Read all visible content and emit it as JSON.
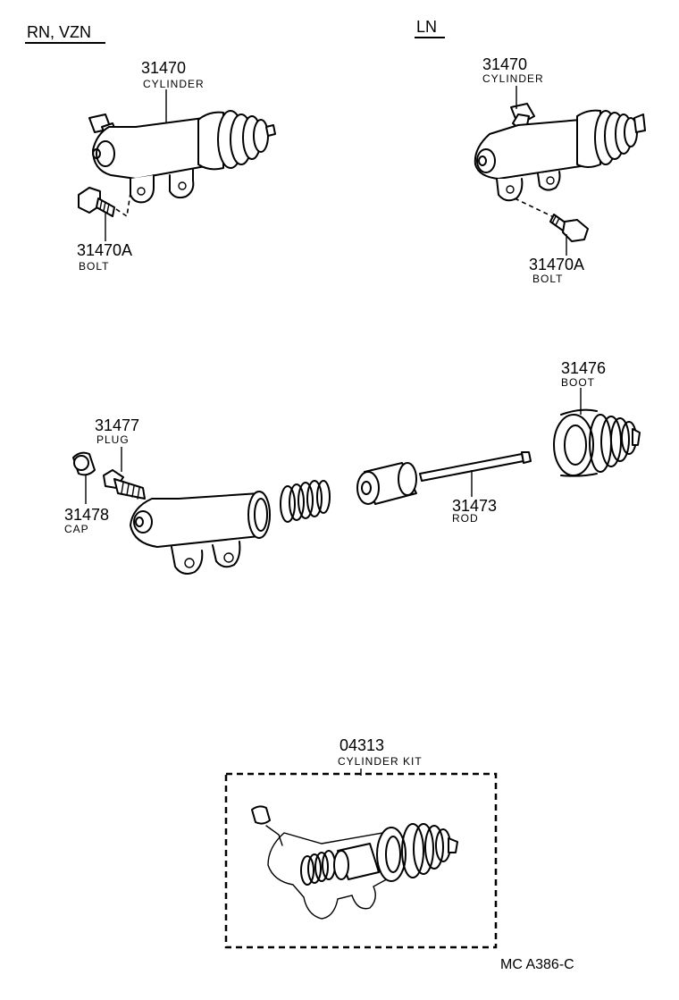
{
  "headers": {
    "left_group": "RN, VZN",
    "right_group": "LN"
  },
  "parts": {
    "cylinder_left": {
      "number": "31470",
      "name": "CYLINDER"
    },
    "bolt_left": {
      "number": "31470A",
      "name": "BOLT"
    },
    "cylinder_right": {
      "number": "31470",
      "name": "CYLINDER"
    },
    "bolt_right": {
      "number": "31470A",
      "name": "BOLT"
    },
    "plug": {
      "number": "31477",
      "name": "PLUG"
    },
    "cap": {
      "number": "31478",
      "name": "CAP"
    },
    "boot": {
      "number": "31476",
      "name": "BOOT"
    },
    "rod": {
      "number": "31473",
      "name": "ROD"
    },
    "cylinder_kit": {
      "number": "04313",
      "name": "CYLINDER KIT"
    }
  },
  "figure_code": "MC  A386-C"
}
